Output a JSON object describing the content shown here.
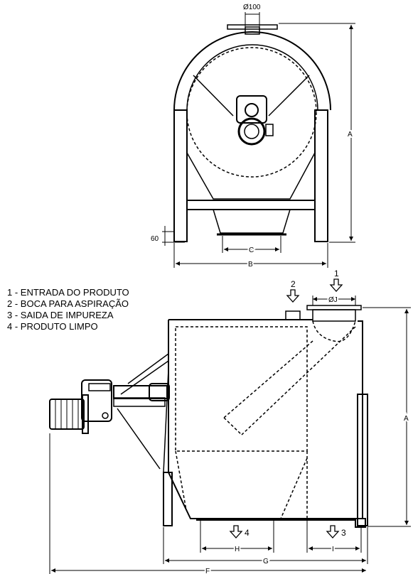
{
  "legend": [
    "1 - ENTRADA DO PRODUTO",
    "2 - BOCA PARA ASPIRAÇÃO",
    "3 - SAIDA DE IMPUREZA",
    "4 - PRODUTO LIMPO"
  ],
  "dimensions": {
    "pipe_diameter": "Ø100",
    "A": "A",
    "B": "B",
    "C": "C",
    "leg_height": "60",
    "J": "ØJ",
    "H": "H",
    "I": "I",
    "G": "G",
    "F": "F"
  },
  "markers": {
    "m1": "1",
    "m2": "2",
    "m3": "3",
    "m4": "4"
  }
}
